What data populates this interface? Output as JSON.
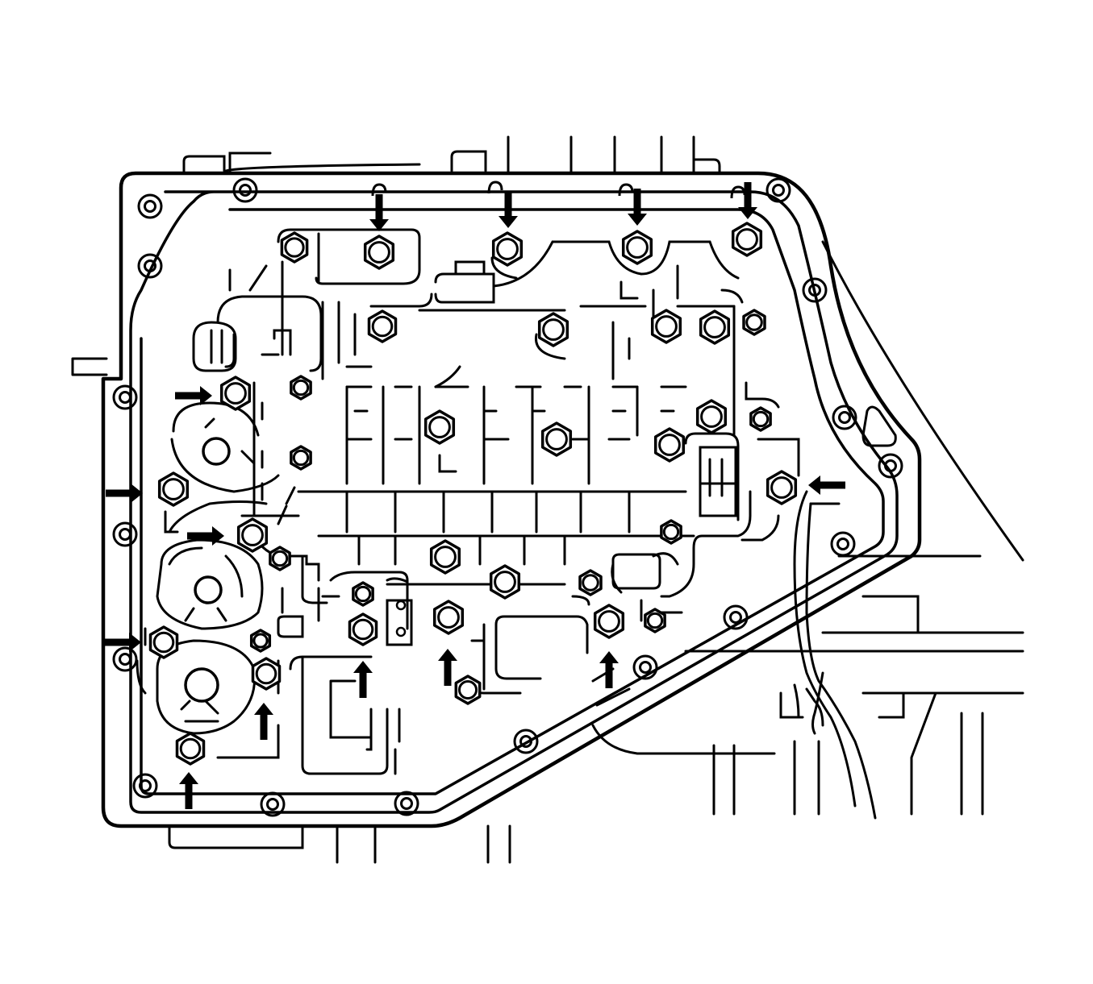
{
  "colors": {
    "line": "#000000",
    "background": "#ffffff"
  },
  "icons": {
    "arrow": "pointer-arrow-icon",
    "bolt": "hex-bolt-icon",
    "hole": "mounting-hole-icon"
  },
  "bolt_callouts": [
    {
      "dir": "down"
    },
    {
      "dir": "down"
    },
    {
      "dir": "down"
    },
    {
      "dir": "down"
    },
    {
      "dir": "right"
    },
    {
      "dir": "right"
    },
    {
      "dir": "right"
    },
    {
      "dir": "right"
    },
    {
      "dir": "left"
    },
    {
      "dir": "up"
    },
    {
      "dir": "up"
    },
    {
      "dir": "up"
    },
    {
      "dir": "up"
    },
    {
      "dir": "up"
    }
  ]
}
